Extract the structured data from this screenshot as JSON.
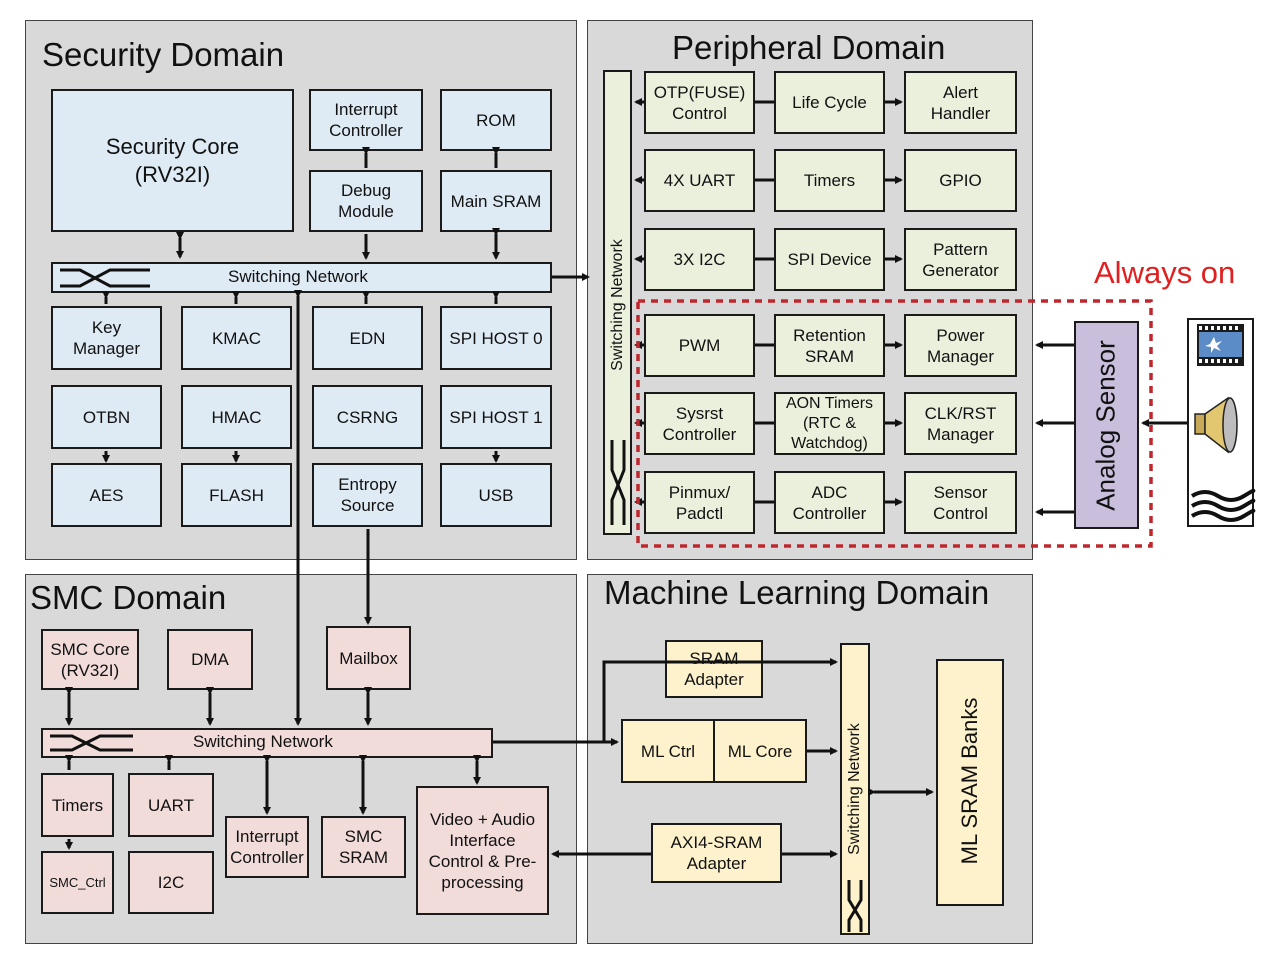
{
  "security": {
    "title": "Security Domain",
    "core": "Security Core\n(RV32I)",
    "interrupt": "Interrupt\nController",
    "rom": "ROM",
    "debug": "Debug\nModule",
    "sram": "Main SRAM",
    "bus": "Switching Network",
    "key_manager": "Key\nManager",
    "kmac": "KMAC",
    "edn": "EDN",
    "spi_host0": "SPI HOST 0",
    "otbn": "OTBN",
    "hmac": "HMAC",
    "csrng": "CSRNG",
    "spi_host1": "SPI HOST 1",
    "aes": "AES",
    "flash": "FLASH",
    "entropy": "Entropy\nSource",
    "usb": "USB"
  },
  "peripheral": {
    "title": "Peripheral Domain",
    "bus": "Switching Network",
    "otp": "OTP(FUSE)\nControl",
    "life_cycle": "Life Cycle",
    "alert": "Alert\nHandler",
    "uart": "4X UART",
    "timers": "Timers",
    "gpio": "GPIO",
    "i2c": "3X I2C",
    "spi_device": "SPI Device",
    "pattern": "Pattern\nGenerator",
    "pwm": "PWM",
    "retention": "Retention\nSRAM",
    "power": "Power\nManager",
    "sysrst": "Sysrst\nController",
    "aon": "AON Timers\n(RTC &\nWatchdog)",
    "clkrst": "CLK/RST\nManager",
    "pinmux": "Pinmux/\nPadctl",
    "adc": "ADC\nController",
    "sensor_ctrl": "Sensor\nControl"
  },
  "always_on": {
    "label": "Always on",
    "color": "#e02020"
  },
  "analog_sensor": "Analog Sensor",
  "smc": {
    "title": "SMC Domain",
    "core": "SMC Core\n(RV32I)",
    "dma": "DMA",
    "mailbox": "Mailbox",
    "bus": "Switching Network",
    "timers": "Timers",
    "uart": "UART",
    "interrupt": "Interrupt\nController",
    "sram": "SMC\nSRAM",
    "video": "Video + Audio\nInterface\nControl & Pre-\nprocessing",
    "smc_ctrl": "SMC_Ctrl",
    "i2c": "I2C"
  },
  "ml": {
    "title": "Machine Learning Domain",
    "sram_adapter": "SRAM\nAdapter",
    "ml_ctrl": "ML Ctrl",
    "ml_core": "ML Core",
    "axi": "AXI4-SRAM\nAdapter",
    "bus": "Switching Network",
    "banks": "ML SRAM Banks"
  },
  "colors": {
    "security_box": "#deebf4",
    "peripheral_box": "#ebf0dd",
    "smc_box": "#f1dcd9",
    "ml_box": "#fdf2cb",
    "sensor": "#c9bfdc",
    "domain_bg": "#d9d9d9"
  },
  "icons": [
    "media-film-icon",
    "speaker-icon",
    "wave-icon"
  ]
}
